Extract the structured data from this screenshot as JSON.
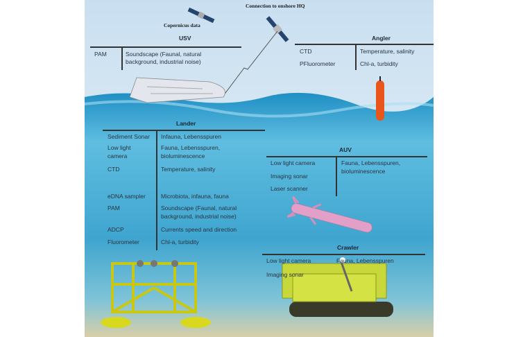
{
  "labels": {
    "copernicus": "Copernicus data",
    "connection": "Connection to onshore HQ"
  },
  "usv": {
    "title": "USV",
    "rows": [
      {
        "sensor": "PAM",
        "target": "Soundscape (Faunal, natural",
        "target2": "background, industrial noise)"
      }
    ]
  },
  "angler": {
    "title": "Angler",
    "rows": [
      {
        "sensor": "CTD",
        "target": "Temperature, salinity"
      },
      {
        "sensor": "PFluorometer",
        "target": "Chl-a, turbidity"
      }
    ]
  },
  "lander": {
    "title": "Lander",
    "rows": [
      {
        "sensor": "Sediment Sonar",
        "target": "Infauna, Lebensspuren"
      },
      {
        "sensor": "Low light",
        "sensor2": "camera",
        "target": "Fauna, Lebensspuren,",
        "target2": "bioluminescence"
      },
      {
        "sensor": "CTD",
        "target": "Temperature, salinity"
      },
      {
        "sensor": "eDNA sampler",
        "target": "Microbiota, infauna, fauna"
      },
      {
        "sensor": "PAM",
        "target": "Soundscape (Faunal, natural",
        "target2": "background, industrial noise)"
      },
      {
        "sensor": "ADCP",
        "target": "Currents speed and direction"
      },
      {
        "sensor": "Fluorometer",
        "target": "Chl-a, turbidity"
      }
    ]
  },
  "auv": {
    "title": "AUV",
    "sensors": [
      "Low light camera",
      "Imaging sonar",
      "Laser scanner"
    ],
    "target": "Fauna, Lebensspuren,",
    "target2": "bioluminescence"
  },
  "crawler": {
    "title": "Crawler",
    "sensors": [
      "Low light camera",
      "Imaging sonar"
    ],
    "target": "Fauna, Lebensspuren"
  },
  "colors": {
    "sky": "#dbe9f3",
    "water": "#3aa6cf",
    "angler": "#e8561c",
    "auv": "#e2a0c8",
    "lander": "#d8d81e",
    "crawler": "#c8d83a"
  }
}
